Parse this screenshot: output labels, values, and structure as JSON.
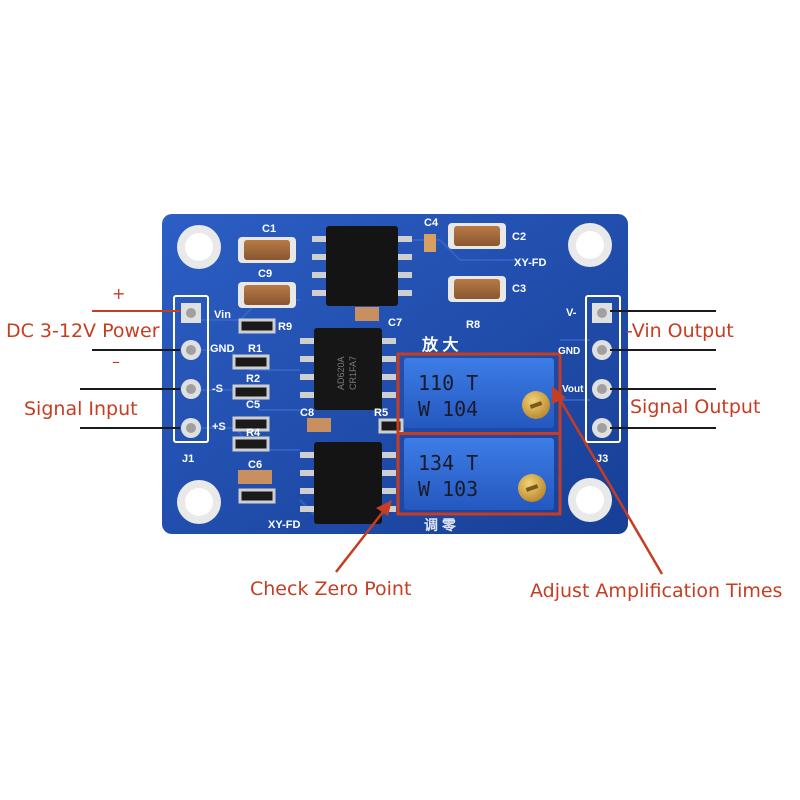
{
  "callouts": {
    "power": "DC 3-12V Power",
    "signal_input": "Signal Input",
    "vin_output": "-Vin Output",
    "signal_output": "Signal Output",
    "check_zero": "Check Zero Point",
    "adjust_amp": "Adjust Amplification Times",
    "plus_sign": "+",
    "minus_sign": "–"
  },
  "board": {
    "c1": "C1",
    "c2": "C2",
    "c3": "C3",
    "c4": "C4",
    "c5": "C5",
    "c6": "C6",
    "c7": "C7",
    "c9": "C9",
    "r1": "R1",
    "r2": "R2",
    "r4": "R4",
    "r5": "R5",
    "r8": "R8",
    "r9": "R9",
    "xyfd_top": "XY-FD",
    "xyfd_bottom": "XY-FD",
    "vin": "Vin",
    "gnd_left": "GND",
    "minus_s": "-S",
    "plus_s": "+S",
    "j1": "J1",
    "v_minus": "V-",
    "gnd_right": "GND",
    "vout": "Vout",
    "j3": "J3",
    "chip_line1": "AD620A",
    "chip_line2": "CR1FA7",
    "pot1_line1": "110  T",
    "pot1_line2": "W 104",
    "pot2_line1": "134  T",
    "pot2_line2": "W 103",
    "chinese_top": "放 大",
    "chinese_bottom": "调 零"
  },
  "colors": {
    "pcb": "#1f4fb0",
    "callout_red": "#c63d22",
    "pot_blue": "#2f6fd8",
    "wire": "#1a1a1a"
  }
}
